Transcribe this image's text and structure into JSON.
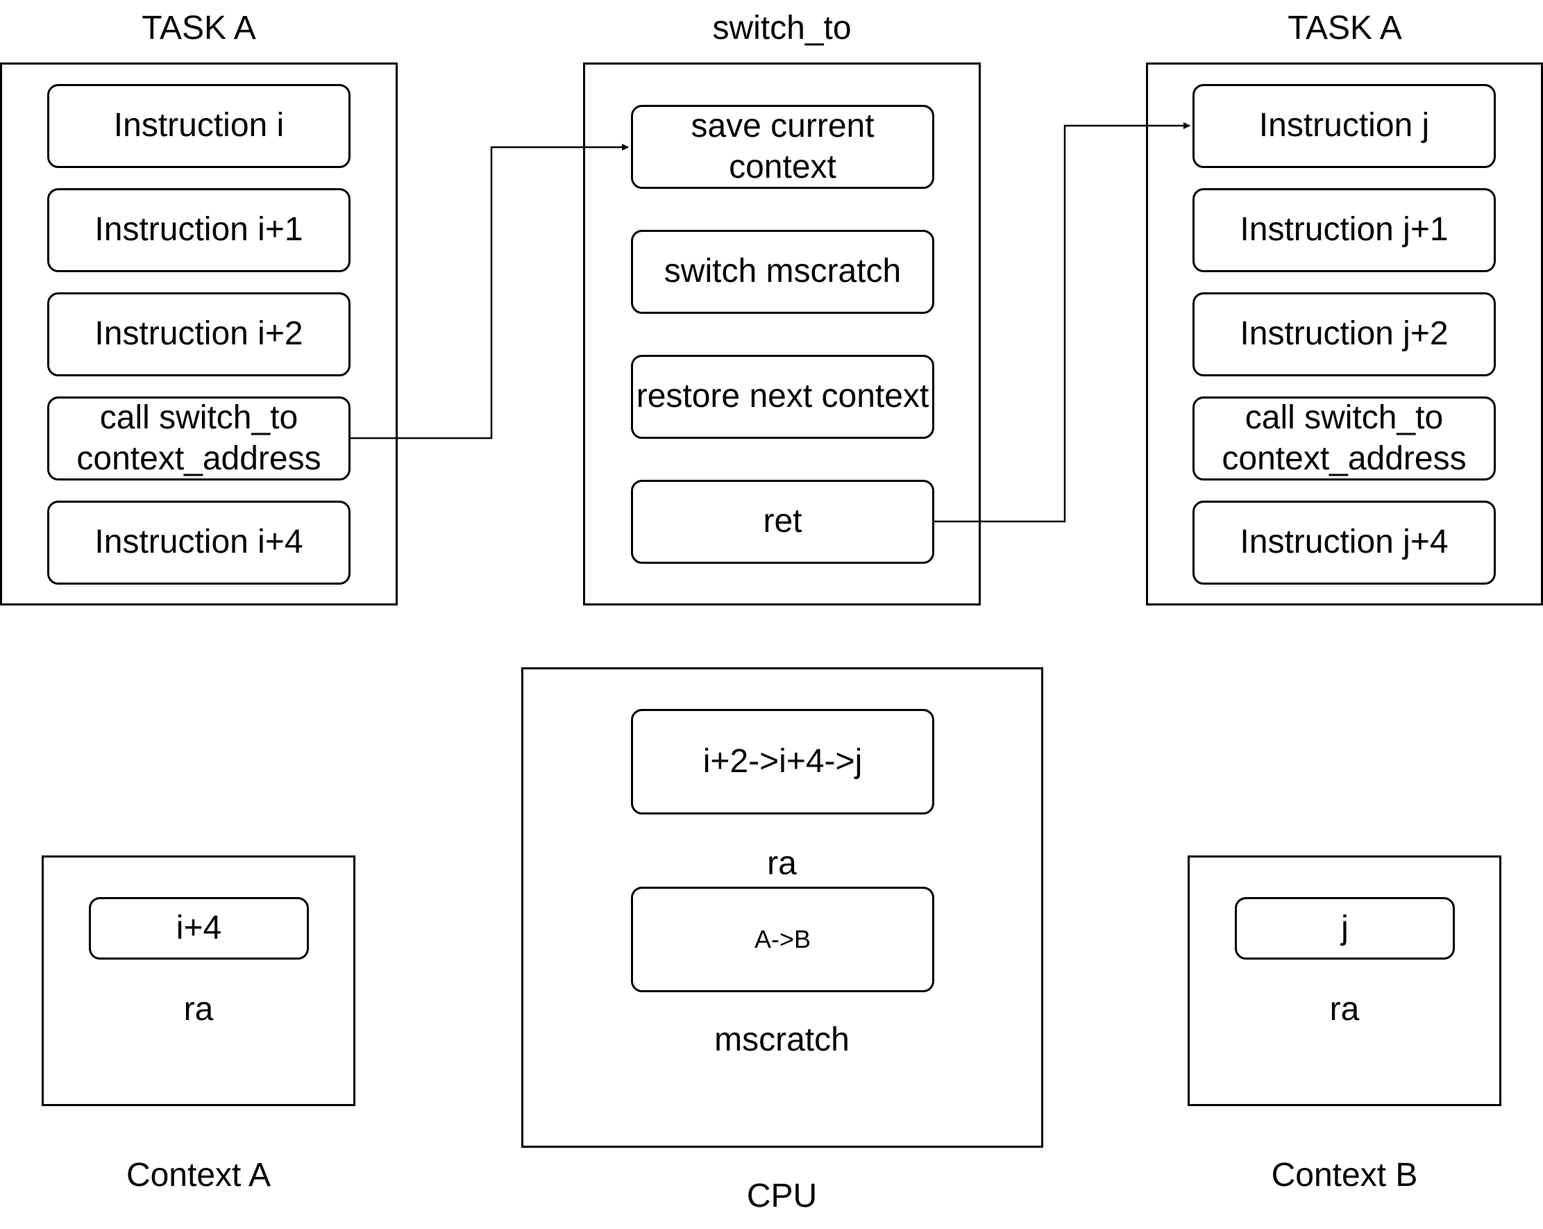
{
  "task_left": {
    "title": "TASK A",
    "instructions": [
      "Instruction i",
      "Instruction i+1",
      "Instruction i+2",
      "call switch_to\ncontext_address",
      "Instruction i+4"
    ]
  },
  "switch_to": {
    "title": "switch_to",
    "steps": [
      "save current\ncontext",
      "switch mscratch",
      "restore next context",
      "ret"
    ]
  },
  "task_right": {
    "title": "TASK A",
    "instructions": [
      "Instruction j",
      "Instruction j+1",
      "Instruction j+2",
      "call switch_to\ncontext_address",
      "Instruction j+4"
    ]
  },
  "context_a": {
    "caption": "Context A",
    "ra_value": "i+4",
    "ra_label": "ra"
  },
  "cpu": {
    "caption": "CPU",
    "ra_value": "i+2->i+4->j",
    "ra_label": "ra",
    "mscratch_value": "A->B",
    "mscratch_label": "mscratch"
  },
  "context_b": {
    "caption": "Context B",
    "ra_value": "j",
    "ra_label": "ra"
  }
}
